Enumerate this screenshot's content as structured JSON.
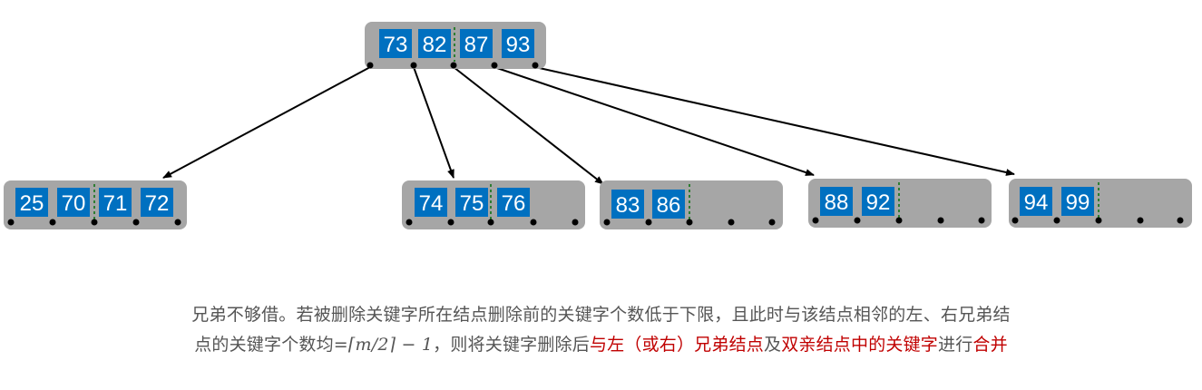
{
  "root": {
    "keys": [
      "73",
      "82",
      "87",
      "93"
    ]
  },
  "children": [
    {
      "keys": [
        "25",
        "70",
        "71",
        "72"
      ]
    },
    {
      "keys": [
        "74",
        "75",
        "76"
      ]
    },
    {
      "keys": [
        "83",
        "86"
      ]
    },
    {
      "keys": [
        "88",
        "92"
      ]
    },
    {
      "keys": [
        "94",
        "99"
      ]
    }
  ],
  "colors": {
    "node_bg": "#a6a6a6",
    "key_bg": "#0070c0",
    "key_text": "#ffffff",
    "divider": "#2e7d32",
    "highlight": "#c00000",
    "caption": "#555555"
  },
  "caption": {
    "line1": "兄弟不够借。若被删除关键字所在结点删除前的关键字个数低于下限，且此时与该结点相邻的左、右兄弟结",
    "line2_a": "点的关键字个数均=",
    "line2_formula": "⌈m/2⌉ − 1",
    "line2_b": "，则将关键字删除后",
    "line2_c": "与左（或右）兄弟结点",
    "line2_d": "及",
    "line2_e": "双亲结点中的关键字",
    "line2_f": "进行",
    "line2_g": "合并"
  }
}
